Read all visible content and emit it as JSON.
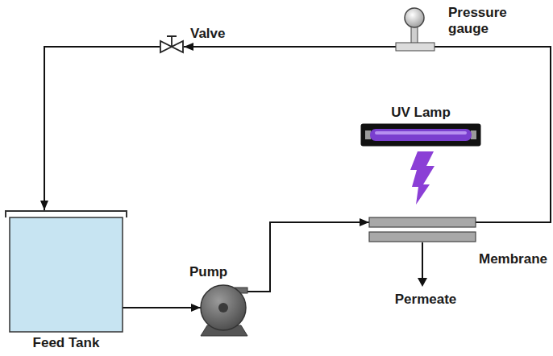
{
  "diagram": {
    "nodes": [
      {
        "text": [
          "Valve"
        ]
      },
      {
        "text": [
          "Pressure gauge"
        ]
      },
      {
        "text": [
          "UV Lamp"
        ]
      },
      {
        "text": [
          "Feed Tank"
        ]
      },
      {
        "text": [
          "Pump"
        ]
      },
      {
        "text": [
          "Membrane"
        ]
      }
    ],
    "edges": [
      {
        "from": 3,
        "to": 4,
        "arrow": "to"
      },
      {
        "from": 4,
        "to": 5,
        "arrow": "to"
      },
      {
        "from": 5,
        "to": 1,
        "arrow": "none"
      },
      {
        "from": 1,
        "to": 0,
        "arrow": "to"
      },
      {
        "from": 0,
        "to": 3,
        "arrow": "to"
      }
    ],
    "labels": [
      "Permeate"
    ]
  }
}
